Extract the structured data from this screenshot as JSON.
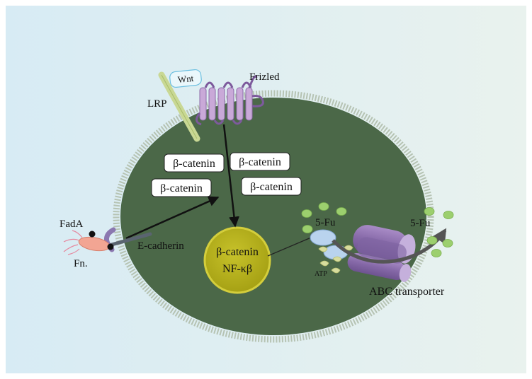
{
  "labels": {
    "wnt": "Wnt",
    "frizled": "Frizled",
    "lrp": "LRP",
    "beta_catenin": "β-catenin",
    "fada": "FadA",
    "fn": "Fn.",
    "e_cadherin": "E-cadherin",
    "nucleus_beta_catenin": "β-catenin",
    "nf_kb": "NF-κβ",
    "five_fu_inside": "5-Fu",
    "five_fu_outside": "5-Fu",
    "atp": "ATP",
    "abc_transporter": "ABC transporter"
  },
  "colors": {
    "background_left": "#dcedf5",
    "background_right": "#e6f1ee",
    "cell_fill": "#4b6848",
    "cell_border": "#9aab96",
    "nucleus_fill": "#b5b01d",
    "nucleus_stroke": "#d2cc3a",
    "receptor_purple": "#c7a9d6",
    "lrp_green": "#c7d890",
    "transporter_purple": "#9478b5",
    "fu_green": "#98c96a",
    "bacterium_pink": "#f0a594",
    "arrow": "#1a1a1a"
  }
}
